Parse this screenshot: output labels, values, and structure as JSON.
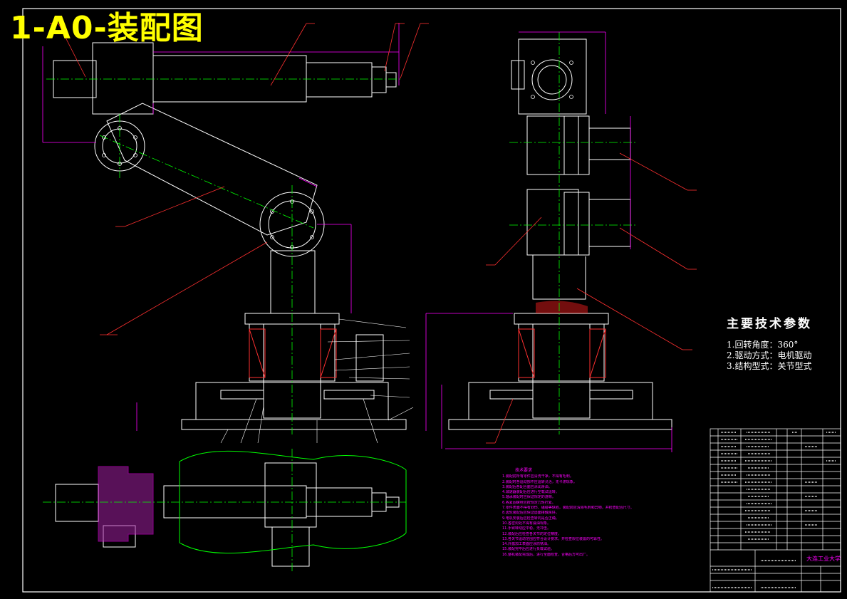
{
  "title": "1-A0-装配图",
  "params": {
    "heading": "主要技术参数",
    "items": [
      "1.回转角度：360°",
      "2.驱动方式：电机驱动",
      "3.结构型式：关节型式"
    ]
  },
  "tech_req": {
    "heading": "技术要求",
    "items": [
      "1.装配前所有零件应清洗干净，不得有毛刺。",
      "2.装配时各运动部件应运转灵活，无卡滞现象。",
      "3.装配后各配合面应涂润滑油。",
      "4.减速器装配后应进行空载试运转。",
      "5.轴承装配时应保证规定的游隙。",
      "6.各紧固螺栓应按规定力矩拧紧。",
      "7.零件表面不得有划伤、磕碰等缺陷，装配前应清除毛刺和异物，并检查配合尺寸。",
      "8.齿轮装配后应保证齿面接触良好。",
      "9.电机安装后应检查转向是否正确。",
      "10.各密封处不得有漏油现象。",
      "11.手臂转动应平稳，无冲击。",
      "12.装配后应检查各关节的定位精度。",
      "13.各关节运动范围应符合设计要求，并检查限位装置的可靠性。",
      "14.外露加工表面应涂防锈油。",
      "15.装配完毕后应进行负载试验。",
      "16.整机装配完成后，进行全面检查，合格后方可出厂。"
    ]
  },
  "title_block": {
    "school": "大连工业大学"
  },
  "colors": {
    "background": "#000000",
    "outline": "#ffffff",
    "dimension": "#ff00ff",
    "centerline": "#00ff00",
    "leader": "#ff0000",
    "hidden": "#ffff00",
    "cut": "#ff0000"
  }
}
